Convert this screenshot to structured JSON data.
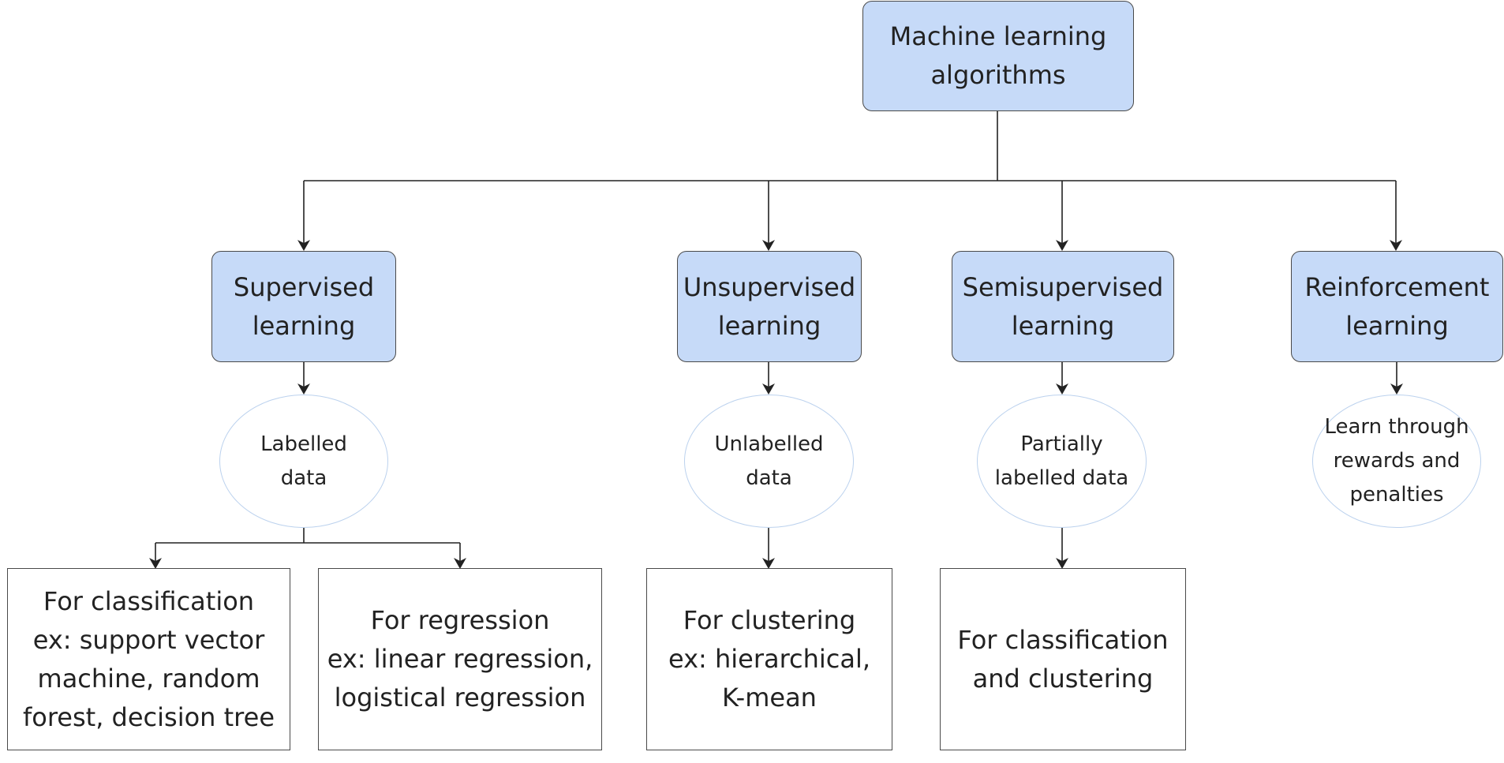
{
  "colors": {
    "box_fill": "#c6daf8",
    "border": "#4a4a4a",
    "oval_border": "#bcd2ee",
    "line": "#222222"
  },
  "root": {
    "label": "Machine learning\nalgorithms"
  },
  "categories": [
    {
      "label": "Supervised\nlearning",
      "data": "Labelled\ndata"
    },
    {
      "label": "Unsupervised\nlearning",
      "data": "Unlabelled\ndata"
    },
    {
      "label": "Semisupervised\nlearning",
      "data": "Partially\nlabelled data"
    },
    {
      "label": "Reinforcement\nlearning",
      "data": "Learn through\nrewards and\npenalties"
    }
  ],
  "examples": [
    {
      "label": "For classification\nex: support vector\nmachine, random\nforest, decision tree"
    },
    {
      "label": "For regression\nex: linear regression,\nlogistical regression"
    },
    {
      "label": "For clustering\nex: hierarchical,\nK-mean"
    },
    {
      "label": "For classification\nand clustering"
    }
  ]
}
